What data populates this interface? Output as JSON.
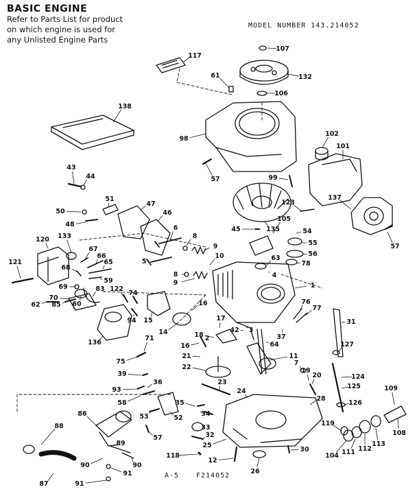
{
  "header": {
    "title": "BASIC ENGINE",
    "note_lines": [
      "Refer to Parts List for product",
      "on which engine is used for",
      "any Unlisted Engine Parts"
    ],
    "model_number": "MODEL NUMBER 143.214052"
  },
  "footer": {
    "page": "A-5",
    "code": "F214052"
  },
  "parts": [
    {
      "id": "p117",
      "label": "117"
    },
    {
      "id": "p107",
      "label": "107"
    },
    {
      "id": "p132",
      "label": "132"
    },
    {
      "id": "p61",
      "label": "61"
    },
    {
      "id": "p106",
      "label": "106"
    },
    {
      "id": "p138",
      "label": "138"
    },
    {
      "id": "p98",
      "label": "98"
    },
    {
      "id": "p102",
      "label": "102"
    },
    {
      "id": "p101",
      "label": "101"
    },
    {
      "id": "p43",
      "label": "43"
    },
    {
      "id": "p44",
      "label": "44"
    },
    {
      "id": "p57a",
      "label": "57"
    },
    {
      "id": "p99",
      "label": "99"
    },
    {
      "id": "p51",
      "label": "51"
    },
    {
      "id": "p47",
      "label": "47"
    },
    {
      "id": "p50",
      "label": "50"
    },
    {
      "id": "p48",
      "label": "48"
    },
    {
      "id": "p46",
      "label": "46"
    },
    {
      "id": "p123",
      "label": "123"
    },
    {
      "id": "p137",
      "label": "137"
    },
    {
      "id": "p6",
      "label": "6"
    },
    {
      "id": "p45",
      "label": "45"
    },
    {
      "id": "p135",
      "label": "135"
    },
    {
      "id": "p105",
      "label": "105"
    },
    {
      "id": "p54",
      "label": "54"
    },
    {
      "id": "p57b",
      "label": "57"
    },
    {
      "id": "p120",
      "label": "120"
    },
    {
      "id": "p133",
      "label": "133"
    },
    {
      "id": "p8a",
      "label": "8"
    },
    {
      "id": "p55",
      "label": "55"
    },
    {
      "id": "p9a",
      "label": "9"
    },
    {
      "id": "p67",
      "label": "67"
    },
    {
      "id": "p56",
      "label": "56"
    },
    {
      "id": "p121",
      "label": "121"
    },
    {
      "id": "p66",
      "label": "66"
    },
    {
      "id": "p5",
      "label": "5"
    },
    {
      "id": "p10",
      "label": "10"
    },
    {
      "id": "p63",
      "label": "63"
    },
    {
      "id": "p78",
      "label": "78"
    },
    {
      "id": "p65",
      "label": "65"
    },
    {
      "id": "p68",
      "label": "68"
    },
    {
      "id": "p8b",
      "label": "8"
    },
    {
      "id": "p59",
      "label": "59"
    },
    {
      "id": "p9b",
      "label": "9"
    },
    {
      "id": "p4",
      "label": "4"
    },
    {
      "id": "p69",
      "label": "69"
    },
    {
      "id": "p1",
      "label": "1"
    },
    {
      "id": "p83",
      "label": "83"
    },
    {
      "id": "p122",
      "label": "122"
    },
    {
      "id": "p74",
      "label": "74"
    },
    {
      "id": "p70",
      "label": "70"
    },
    {
      "id": "p76",
      "label": "76"
    },
    {
      "id": "p77",
      "label": "77"
    },
    {
      "id": "p16a",
      "label": "16"
    },
    {
      "id": "p62",
      "label": "62"
    },
    {
      "id": "p85",
      "label": "85"
    },
    {
      "id": "p60",
      "label": "60"
    },
    {
      "id": "p94",
      "label": "94"
    },
    {
      "id": "p15",
      "label": "15"
    },
    {
      "id": "p31",
      "label": "31"
    },
    {
      "id": "p17",
      "label": "17"
    },
    {
      "id": "p14",
      "label": "14"
    },
    {
      "id": "p42",
      "label": "42"
    },
    {
      "id": "p3",
      "label": "3"
    },
    {
      "id": "p136",
      "label": "136"
    },
    {
      "id": "p37",
      "label": "37"
    },
    {
      "id": "p18",
      "label": "18"
    },
    {
      "id": "p2",
      "label": "2"
    },
    {
      "id": "p71",
      "label": "71"
    },
    {
      "id": "p64",
      "label": "64"
    },
    {
      "id": "p127",
      "label": "127"
    },
    {
      "id": "p16b",
      "label": "16"
    },
    {
      "id": "p75",
      "label": "75"
    },
    {
      "id": "p21",
      "label": "21"
    },
    {
      "id": "p11",
      "label": "11"
    },
    {
      "id": "p22",
      "label": "22"
    },
    {
      "id": "p39",
      "label": "39"
    },
    {
      "id": "p7",
      "label": "7"
    },
    {
      "id": "p19",
      "label": "19"
    },
    {
      "id": "p20",
      "label": "20"
    },
    {
      "id": "p124",
      "label": "124"
    },
    {
      "id": "p36",
      "label": "36"
    },
    {
      "id": "p23",
      "label": "23"
    },
    {
      "id": "p93",
      "label": "93"
    },
    {
      "id": "p125",
      "label": "125"
    },
    {
      "id": "p109",
      "label": "109"
    },
    {
      "id": "p58",
      "label": "58"
    },
    {
      "id": "p35",
      "label": "35"
    },
    {
      "id": "p24",
      "label": "24"
    },
    {
      "id": "p28",
      "label": "28"
    },
    {
      "id": "p126",
      "label": "126"
    },
    {
      "id": "p53",
      "label": "53"
    },
    {
      "id": "p52",
      "label": "52"
    },
    {
      "id": "p34",
      "label": "34"
    },
    {
      "id": "p86",
      "label": "86"
    },
    {
      "id": "p33",
      "label": "33"
    },
    {
      "id": "p57c",
      "label": "57"
    },
    {
      "id": "p119",
      "label": "119"
    },
    {
      "id": "p108",
      "label": "108"
    },
    {
      "id": "p88",
      "label": "88"
    },
    {
      "id": "p32",
      "label": "32"
    },
    {
      "id": "p25",
      "label": "25"
    },
    {
      "id": "p113",
      "label": "113"
    },
    {
      "id": "p89",
      "label": "89"
    },
    {
      "id": "p112",
      "label": "112"
    },
    {
      "id": "p90a",
      "label": "90"
    },
    {
      "id": "p90b",
      "label": "90"
    },
    {
      "id": "p118",
      "label": "118"
    },
    {
      "id": "p30",
      "label": "30"
    },
    {
      "id": "p104",
      "label": "104"
    },
    {
      "id": "p111",
      "label": "111"
    },
    {
      "id": "p12",
      "label": "12"
    },
    {
      "id": "p26",
      "label": "26"
    },
    {
      "id": "p87",
      "label": "87"
    },
    {
      "id": "p91a",
      "label": "91"
    },
    {
      "id": "p91b",
      "label": "91"
    }
  ],
  "colors": {
    "ink": "#111111",
    "paper": "#ffffff"
  }
}
